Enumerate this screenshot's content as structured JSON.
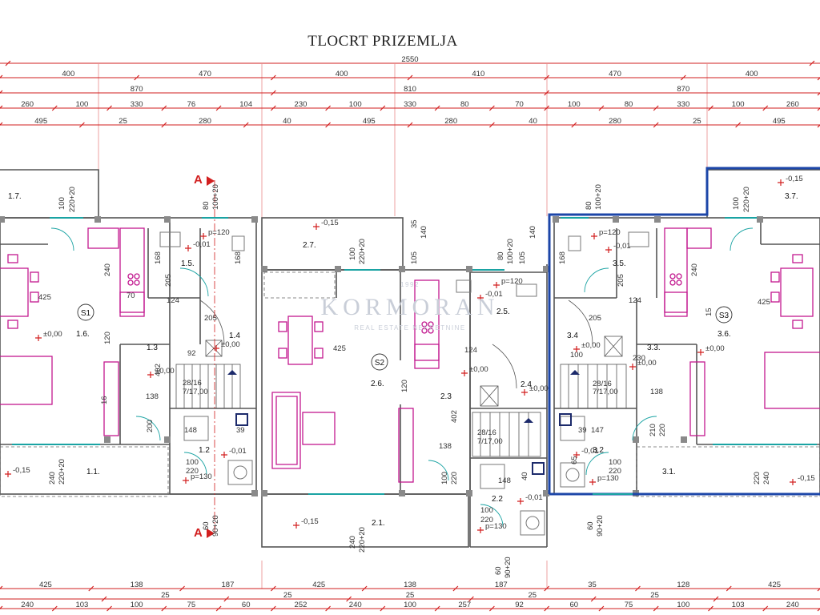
{
  "title": "TLOCRT PRIZEMLJA",
  "watermark": {
    "brand": "KORMORAN",
    "tagline": "REAL ESTATE NEKRETNINE",
    "year": "1992"
  },
  "section_marker": "A",
  "colors": {
    "dimension": "#d21f1f",
    "wall": "#555555",
    "furniture": "#c2188f",
    "highlight": "#1c46a8",
    "window": "#1aa3a3"
  },
  "top_dims": {
    "row1": [
      "2550"
    ],
    "row2": [
      "400",
      "470",
      "400",
      "410",
      "470",
      "400"
    ],
    "row3": [
      "870",
      "810",
      "870"
    ],
    "row4": [
      "260",
      "100",
      "330",
      "76",
      "104",
      "230",
      "100",
      "330",
      "80",
      "70",
      "100",
      "80",
      "330",
      "100",
      "260"
    ],
    "row5": [
      "495",
      "25",
      "280",
      "40",
      "495",
      "280",
      "40",
      "280",
      "25",
      "495"
    ]
  },
  "bottom_dims": {
    "row1": [
      "425",
      "138",
      "187",
      "425",
      "138",
      "187",
      "35",
      "128",
      "425"
    ],
    "row2": [
      "25",
      "25",
      "25",
      "25",
      "25"
    ],
    "row3": [
      "240",
      "103",
      "100",
      "75",
      "60",
      "252",
      "240",
      "100",
      "257",
      "92",
      "60",
      "75",
      "100",
      "103",
      "240"
    ]
  },
  "rooms": {
    "s1": {
      "label": "S1",
      "r17": "1.7.",
      "r16": "1.6.",
      "r15": "1.5.",
      "r14": "1.4",
      "r13": "1.3",
      "r12": "1.2",
      "r11": "1.1."
    },
    "s2": {
      "label": "S2",
      "r27": "2.7.",
      "r26": "2.6.",
      "r25": "2.5.",
      "r24": "2.4",
      "r23": "2.3",
      "r22": "2.2",
      "r21": "2.1."
    },
    "s3": {
      "label": "S3",
      "r37": "3.7.",
      "r36": "3.6.",
      "r35": "3.5.",
      "r34": "3.4",
      "r33": "3.3.",
      "r32": "3.2",
      "r31": "3.1."
    }
  },
  "levels": {
    "l000": "±0,00",
    "l001": "-0,01",
    "l015": "-0,15",
    "p120": "p=120",
    "p130": "p=130"
  },
  "labels": {
    "stairs": "28/16",
    "stairs_level": "7/17,00",
    "w_220_20": "220+20",
    "w_100_20": "100+20",
    "w_90_20": "90+20",
    "d240": "240",
    "d100": "100",
    "d80": "80",
    "d60": "60",
    "d205": "205",
    "d124": "124",
    "d425": "425",
    "d120": "120",
    "d138": "138",
    "d147": "147",
    "d148": "148",
    "d230": "230",
    "d210": "210",
    "d220": "220",
    "d168": "168",
    "d92": "92",
    "d70": "70",
    "d140": "140",
    "d105": "105",
    "d35": "35",
    "d40": "40",
    "d15": "15",
    "d200": "200",
    "d65": "65",
    "d39": "39",
    "d16": "16",
    "d402": "402"
  }
}
